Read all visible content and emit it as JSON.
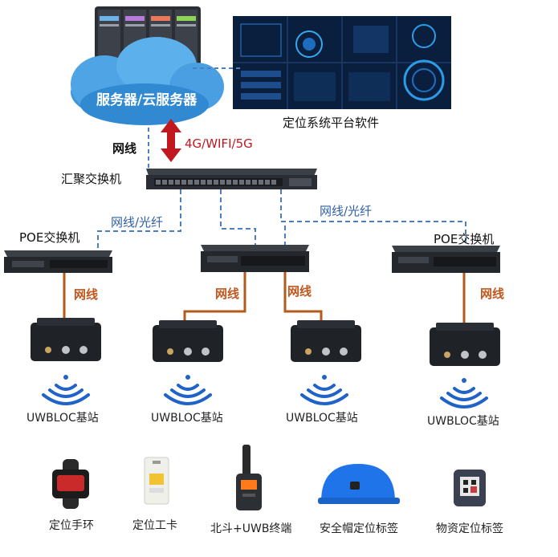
{
  "cloud": {
    "label": "服务器/云服务器"
  },
  "platform": {
    "label": "定位系统平台软件"
  },
  "link": {
    "network_label": "网线",
    "wireless_label": "4G/WIFI/5G"
  },
  "core_switch": {
    "label": "汇聚交换机"
  },
  "uplinks": [
    {
      "label": "网线/光纤"
    },
    {
      "label": "网线/光纤"
    }
  ],
  "poe_switches": [
    {
      "label": "POE交换机"
    },
    {
      "label": "POE交换机"
    }
  ],
  "cables": [
    {
      "label": "网线"
    },
    {
      "label": "网线"
    },
    {
      "label": "网线"
    },
    {
      "label": "网线"
    }
  ],
  "stations": [
    {
      "label": "UWBLOC基站"
    },
    {
      "label": "UWBLOC基站"
    },
    {
      "label": "UWBLOC基站"
    },
    {
      "label": "UWBLOC基站"
    }
  ],
  "devices": [
    {
      "label": "定位手环",
      "icon": "wristband-icon"
    },
    {
      "label": "定位工卡",
      "icon": "badge-card-icon"
    },
    {
      "label": "北斗+UWB终端",
      "icon": "beidou-terminal-icon"
    },
    {
      "label": "安全帽定位标签",
      "icon": "helmet-tag-icon"
    },
    {
      "label": "物资定位标签",
      "icon": "asset-tag-icon"
    }
  ],
  "colors": {
    "cable": "#b45a1c",
    "fiber": "#4a7fc1",
    "arrow": "#c0181e",
    "cloud": "#3a8fd6"
  }
}
